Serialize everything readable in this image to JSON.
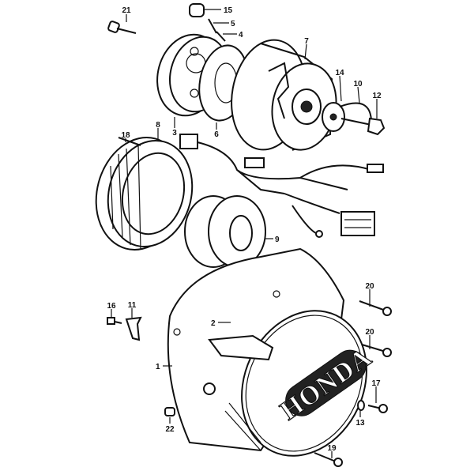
{
  "diagram": {
    "title": "Alternator / generator cover exploded parts view",
    "logo_text": "HONDA",
    "callouts": [
      "21",
      "15",
      "5",
      "4",
      "7",
      "14",
      "10",
      "12",
      "18",
      "8",
      "3",
      "6",
      "9",
      "20",
      "16",
      "11",
      "2",
      "1",
      "20",
      "17",
      "13",
      "22",
      "19"
    ]
  }
}
